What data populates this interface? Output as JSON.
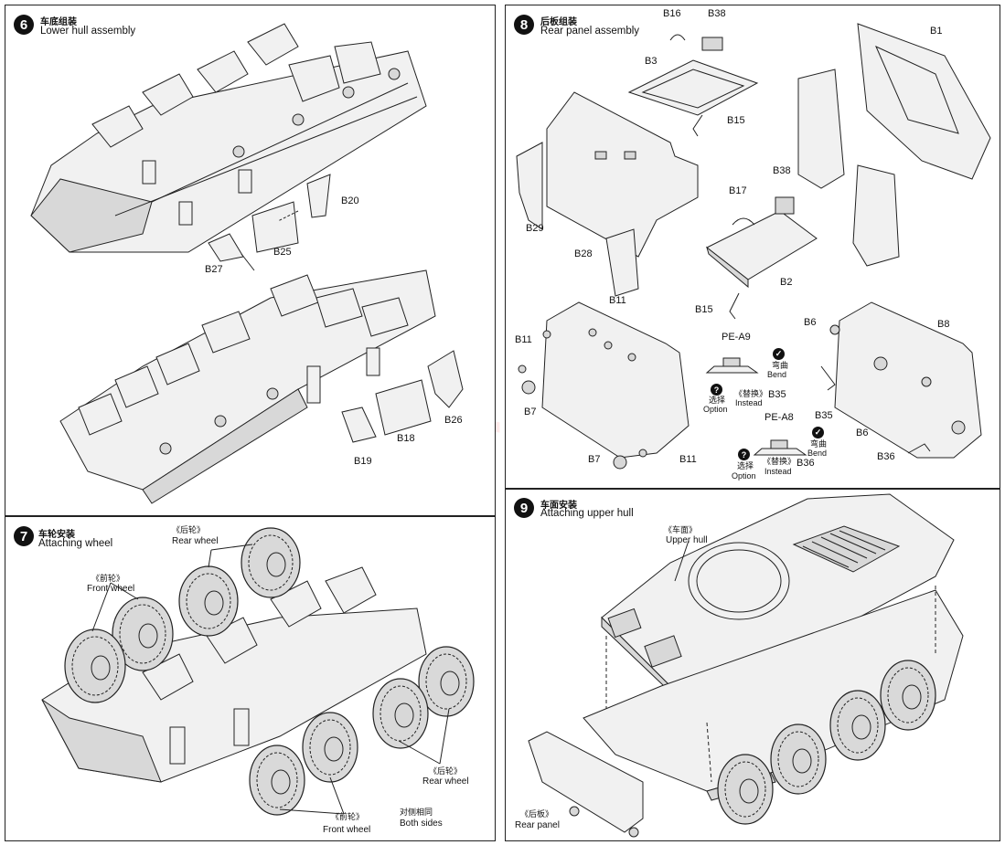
{
  "watermark": "modelartik.cz",
  "steps": {
    "s6": {
      "number": "6",
      "title_cn": "车底组装",
      "title_en": "Lower hull assembly",
      "parts": {
        "b20": "B20",
        "b25": "B25",
        "b27": "B27",
        "b18": "B18",
        "b19": "B19",
        "b26": "B26"
      }
    },
    "s7": {
      "number": "7",
      "title_cn": "车轮安装",
      "title_en": "Attaching wheel",
      "rear_top_cn": "《后轮》",
      "rear_top_en": "Rear wheel",
      "front_left_cn": "《前轮》",
      "front_left_en": "Front wheel",
      "rear_right_cn": "《后轮》",
      "rear_right_en": "Rear wheel",
      "front_bottom_cn": "《前轮》",
      "front_bottom_en": "Front wheel",
      "both_cn": "对侧相同",
      "both_en": "Both sides"
    },
    "s8": {
      "number": "8",
      "title_cn": "后板组装",
      "title_en": "Rear panel assembly",
      "parts": {
        "b16": "B16",
        "b38a": "B38",
        "b3": "B3",
        "b1": "B1",
        "b15a": "B15",
        "b29": "B29",
        "b38b": "B38",
        "b17": "B17",
        "b28": "B28",
        "b2": "B2",
        "b15b": "B15",
        "b11a": "B11",
        "b11b": "B11",
        "b11c": "B11",
        "b7a": "B7",
        "b7b": "B7",
        "pea9": "PE-A9",
        "b35a": "B35",
        "pea8": "PE-A8",
        "b36a": "B36",
        "b6a": "B6",
        "b8": "B8",
        "b35b": "B35",
        "b6b": "B6",
        "b36b": "B36"
      },
      "bend_cn": "弯曲",
      "bend_en": "Bend",
      "option_cn": "选择",
      "option_en": "Option",
      "instead_cn": "《替换》",
      "instead_en": "Instead"
    },
    "s9": {
      "number": "9",
      "title_cn": "车面安装",
      "title_en": "Attaching upper hull",
      "upper_cn": "《车面》",
      "upper_en": "Upper hull",
      "rear_cn": "《后板》",
      "rear_en": "Rear panel"
    }
  }
}
